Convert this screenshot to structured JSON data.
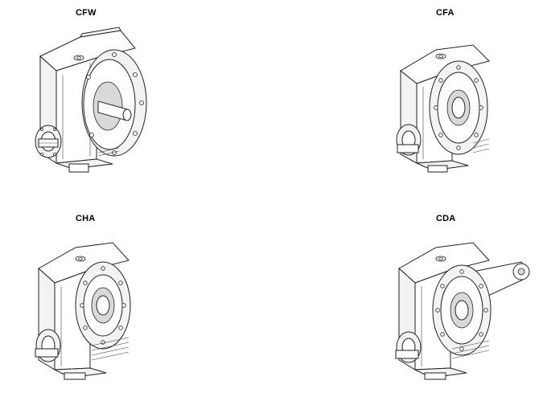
{
  "variants": [
    {
      "label": "CFW",
      "icon": "gearbox-flange-hollow-shaft-icon"
    },
    {
      "label": "CFA",
      "icon": "gearbox-flange-mount-icon"
    },
    {
      "label": "CHA",
      "icon": "gearbox-hollow-shaft-icon"
    },
    {
      "label": "CDA",
      "icon": "gearbox-torque-arm-icon"
    }
  ]
}
